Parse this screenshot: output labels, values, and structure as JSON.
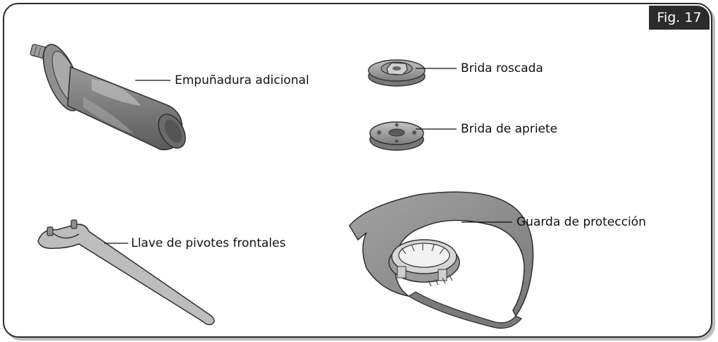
{
  "figure": {
    "tab_label": "Fig. 17"
  },
  "callouts": {
    "auxiliary_handle": "Empuñadura adicional",
    "threaded_flange": "Brida roscada",
    "clamping_flange": "Brida de apriete",
    "pin_wrench": "Llave de pivotes frontales",
    "guard": "Guarda de protección"
  },
  "colors": {
    "frame": "#2a2a2a",
    "part_fill": "#8c8c8c",
    "part_dark": "#5e5e5e",
    "part_light": "#b8b8b8",
    "tab_background": "#2b2b2b"
  }
}
